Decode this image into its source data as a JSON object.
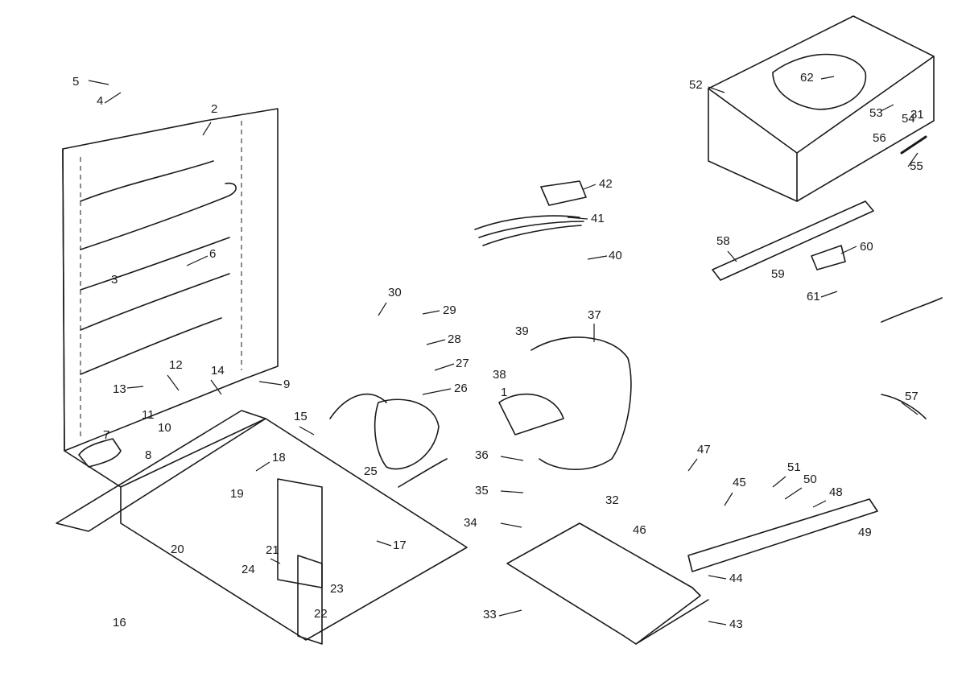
{
  "diagram": {
    "callouts": [
      "1",
      "2",
      "3",
      "4",
      "5",
      "6",
      "7",
      "8",
      "9",
      "10",
      "11",
      "12",
      "13",
      "14",
      "15",
      "16",
      "17",
      "18",
      "19",
      "20",
      "21",
      "22",
      "23",
      "24",
      "25",
      "26",
      "27",
      "28",
      "29",
      "30",
      "31",
      "32",
      "33",
      "34",
      "35",
      "36",
      "37",
      "38",
      "39",
      "40",
      "41",
      "42",
      "43",
      "44",
      "45",
      "46",
      "47",
      "48",
      "49",
      "50",
      "51",
      "52",
      "53",
      "54",
      "55",
      "56",
      "57",
      "58",
      "59",
      "60",
      "61",
      "62"
    ]
  },
  "colors": {
    "ink": "#1a1a1a",
    "paper": "#ffffff"
  }
}
